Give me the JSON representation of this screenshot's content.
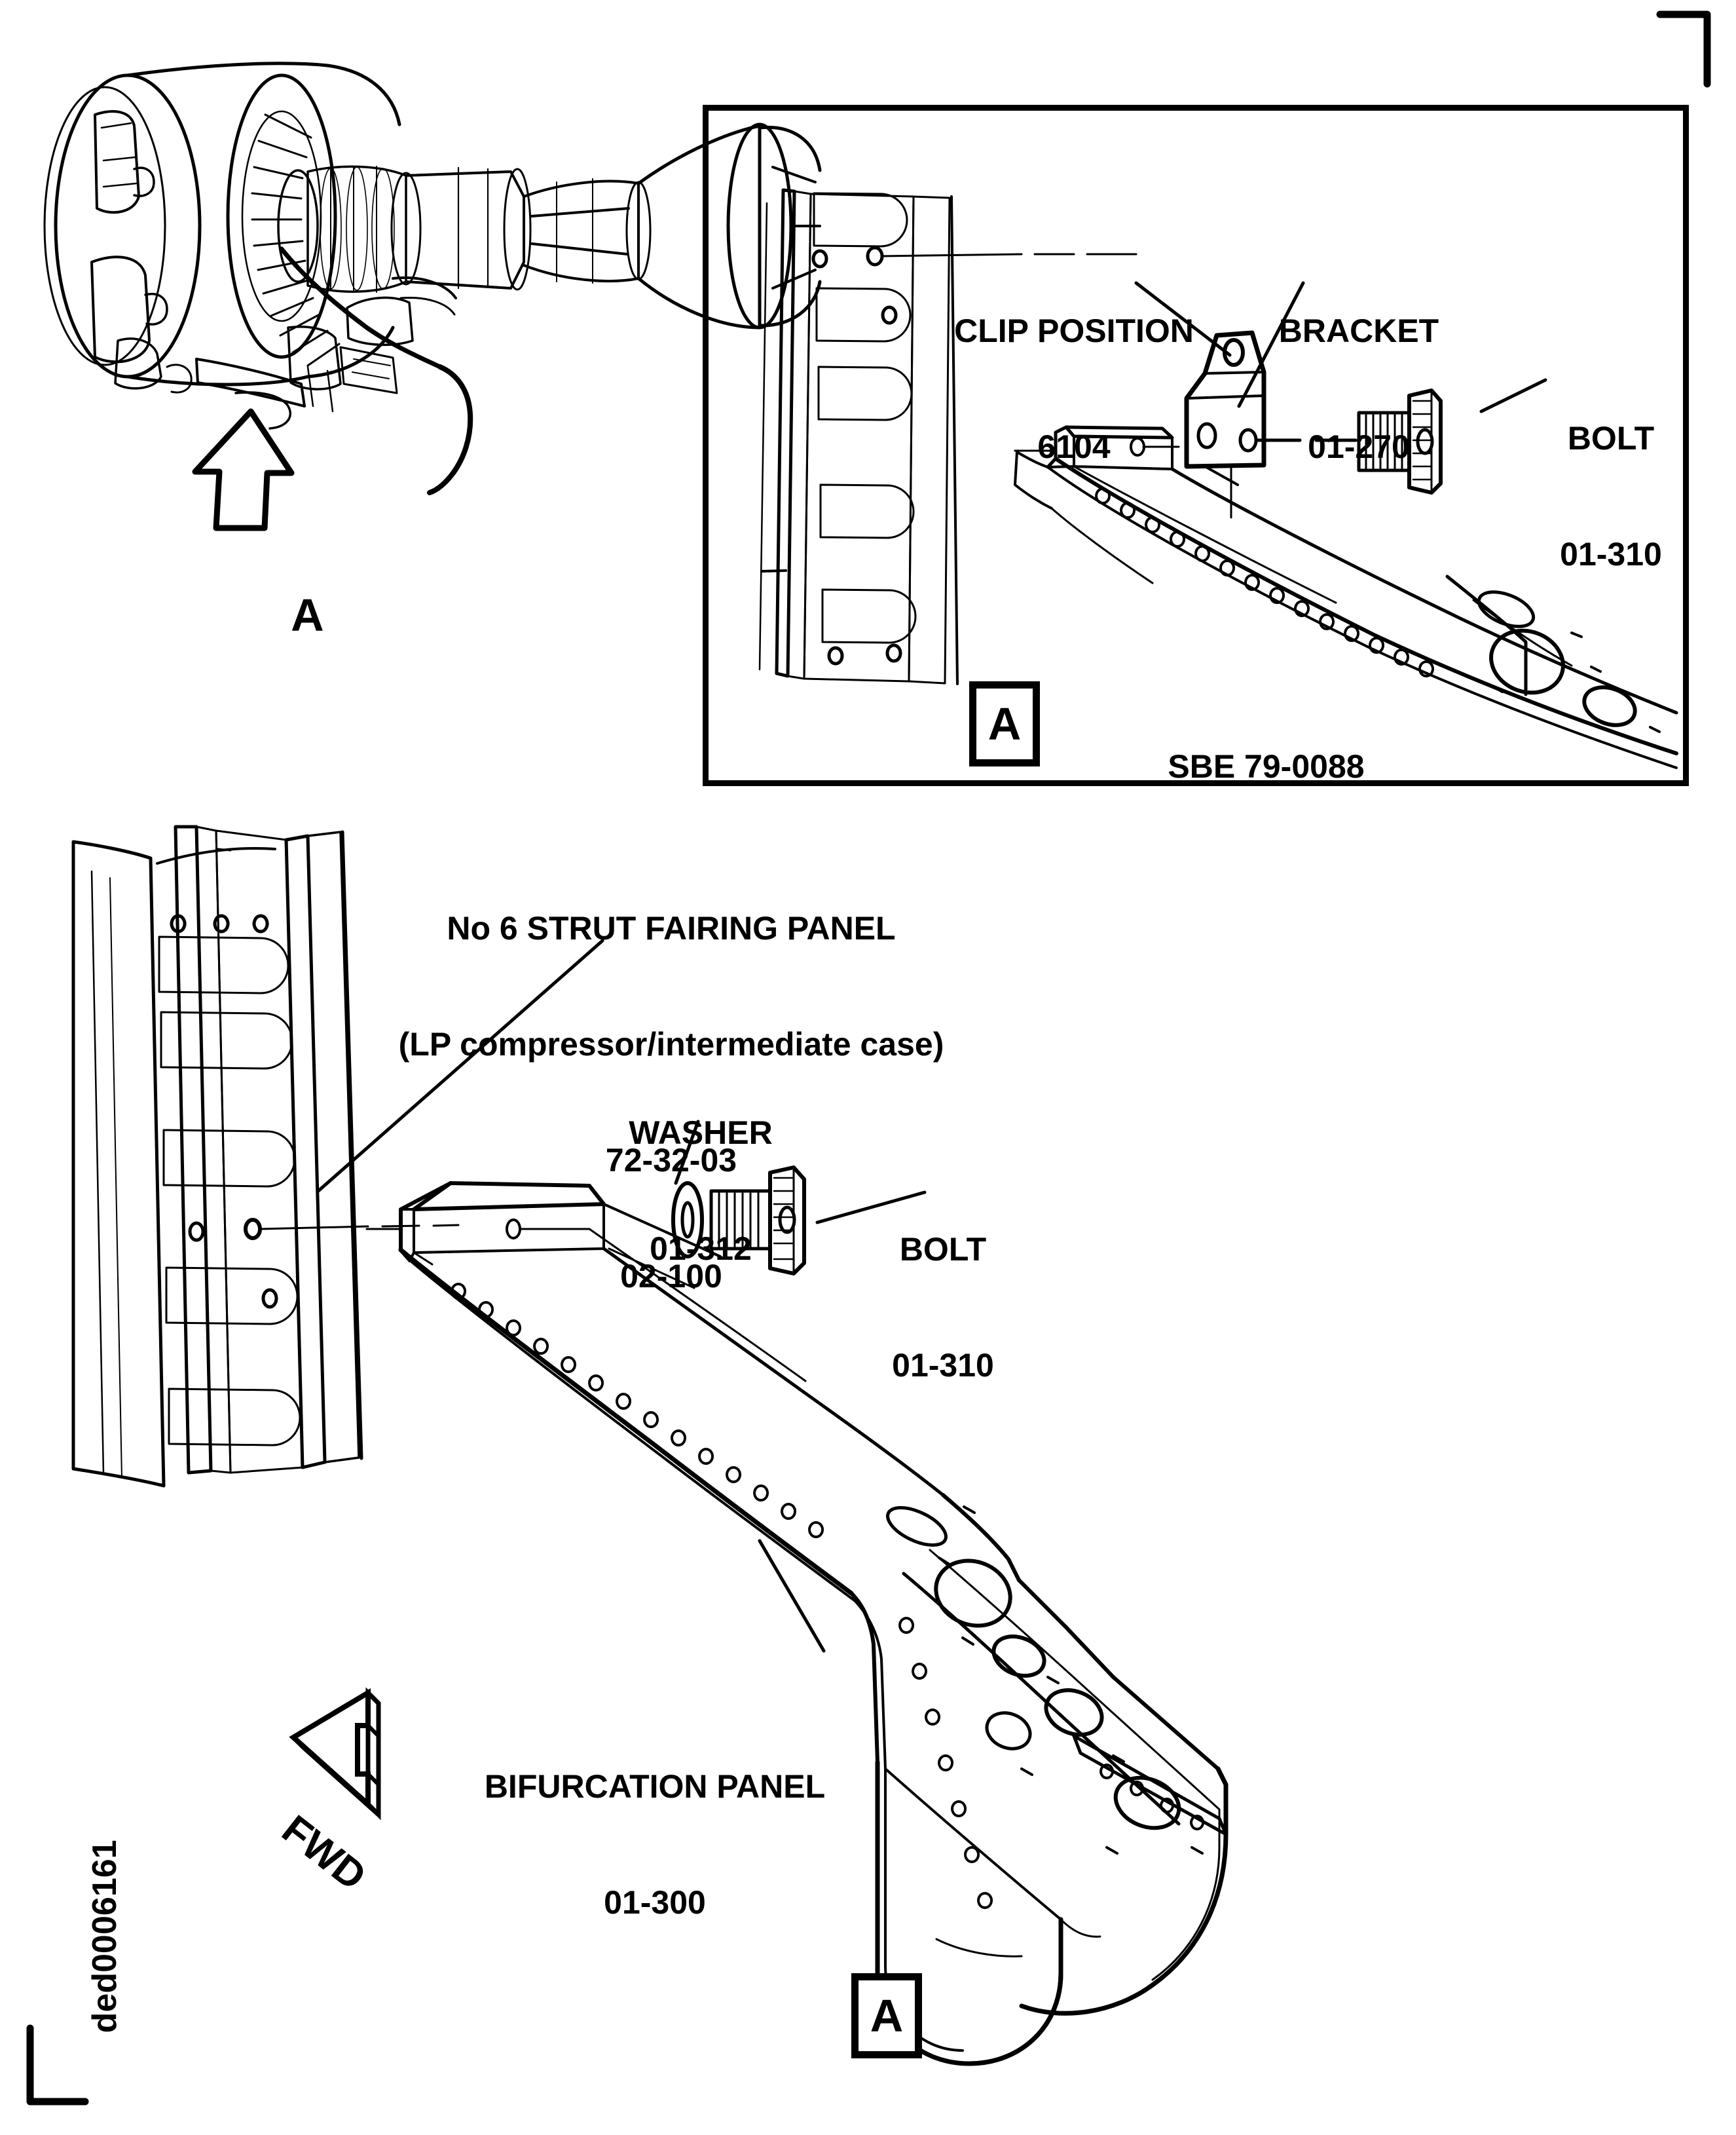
{
  "sheet": {
    "figure_id": "ded0006161",
    "corner_mark": "corner-registration-mark"
  },
  "engine_view": {
    "view_arrow_label": "A",
    "icon": "engine-cutaway-illustration"
  },
  "detail_inset": {
    "box_label": "A",
    "service_bulletin": "SBE 79-0088",
    "callouts": [
      {
        "name": "clip-position",
        "title": "CLIP POSITION",
        "item": "6104"
      },
      {
        "name": "bracket",
        "title": "BRACKET",
        "item": "01-270"
      },
      {
        "name": "bolt",
        "title": "BOLT",
        "item": "01-310"
      }
    ]
  },
  "main_view": {
    "box_label": "A",
    "direction_arrow": "FWD",
    "callouts": [
      {
        "name": "strut-fairing-panel",
        "title": "No 6 STRUT FAIRING PANEL",
        "subtitle": "(LP compressor/intermediate case)",
        "item": "72-32-03",
        "item2": "02-100"
      },
      {
        "name": "washer",
        "title": "WASHER",
        "item": "01-312"
      },
      {
        "name": "bolt",
        "title": "BOLT",
        "item": "01-310"
      },
      {
        "name": "bifurcation-panel",
        "title": "BIFURCATION PANEL",
        "item": "01-300"
      }
    ]
  }
}
